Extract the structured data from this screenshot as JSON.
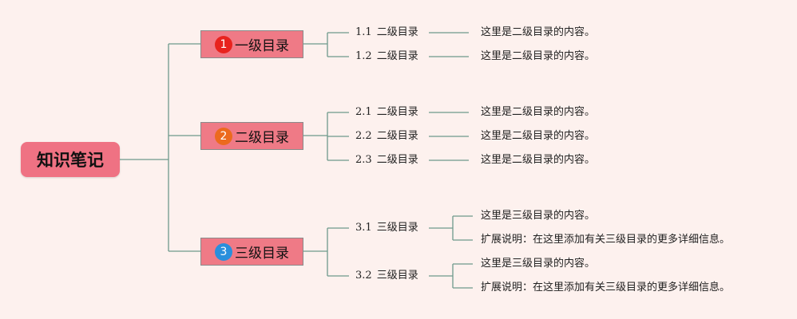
{
  "root": {
    "label": "知识笔记"
  },
  "colors": {
    "background": "#fdf1ee",
    "node_fill": "#ef7a86",
    "line": "#6e9a8c",
    "badge_1": "#e8231e",
    "badge_2": "#ec6a1e",
    "badge_3": "#2a8fdc"
  },
  "branches": [
    {
      "badge": "1",
      "label": "一级目录",
      "children": [
        {
          "num": "1.1",
          "label": "二级目录",
          "leaves": [
            "这里是二级目录的内容。"
          ]
        },
        {
          "num": "1.2",
          "label": "二级目录",
          "leaves": [
            "这里是二级目录的内容。"
          ]
        }
      ]
    },
    {
      "badge": "2",
      "label": "二级目录",
      "children": [
        {
          "num": "2.1",
          "label": "二级目录",
          "leaves": [
            "这里是二级目录的内容。"
          ]
        },
        {
          "num": "2.2",
          "label": "二级目录",
          "leaves": [
            "这里是二级目录的内容。"
          ]
        },
        {
          "num": "2.3",
          "label": "二级目录",
          "leaves": [
            "这里是二级目录的内容。"
          ]
        }
      ]
    },
    {
      "badge": "3",
      "label": "三级目录",
      "children": [
        {
          "num": "3.1",
          "label": "三级目录",
          "leaves": [
            "这里是三级目录的内容。",
            "扩展说明：在这里添加有关三级目录的更多详细信息。"
          ]
        },
        {
          "num": "3.2",
          "label": "三级目录",
          "leaves": [
            "这里是三级目录的内容。",
            "扩展说明：在这里添加有关三级目录的更多详细信息。"
          ]
        }
      ]
    }
  ]
}
